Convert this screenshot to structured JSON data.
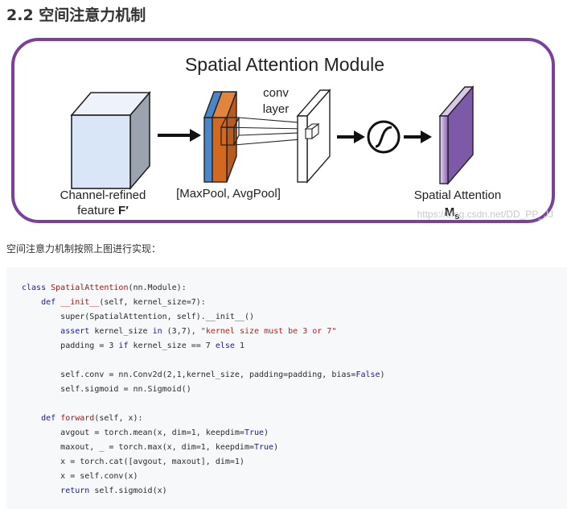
{
  "heading": "2.2 空间注意力机制",
  "figure": {
    "title": "Spatial Attention Module",
    "conv_label": [
      "conv",
      "layer"
    ],
    "input_label": [
      "Channel-refined",
      "feature "
    ],
    "input_symbol": "F′",
    "pool_label": "[MaxPool, AvgPool]",
    "output_label": "Spatial Attention",
    "output_symbol": "M",
    "output_subscript": "s",
    "watermark": "https://blog.csdn.net/DD_PP_JJ",
    "colors": {
      "border": "#7b3fa0",
      "maxpool": "#4a86c8",
      "avgpool": "#d2691e",
      "cube": "#d9e6f7"
    }
  },
  "intro": "空间注意力机制按照上图进行实现：",
  "code": {
    "l1": {
      "kw": "class",
      "name": "SpatialAttention",
      "rest": "(nn.Module):"
    },
    "l2": {
      "indent": "    ",
      "kw": "def",
      "name": "__init__",
      "rest": "(self, kernel_size=7):"
    },
    "l3": {
      "indent": "        ",
      "text": "super(SpatialAttention, self).__init__()"
    },
    "l4": {
      "indent": "        ",
      "kw": "assert",
      "a": " kernel_size ",
      "kw2": "in",
      "b": " (3,7), ",
      "str": "\"kernel size must be 3 or 7\""
    },
    "l5": {
      "indent": "        ",
      "a": "padding = 3 ",
      "kw": "if",
      "b": " kernel_size == 7 ",
      "kw2": "else",
      "c": " 1"
    },
    "l7": {
      "indent": "        ",
      "a": "self.conv = nn.Conv2d(2,1,kernel_size, padding=padding, bias=",
      "val": "False",
      "c": ")"
    },
    "l8": {
      "indent": "        ",
      "text": "self.sigmoid = nn.Sigmoid()"
    },
    "l10": {
      "indent": "    ",
      "kw": "def",
      "name": "forward",
      "rest": "(self, x):"
    },
    "l11": {
      "indent": "        ",
      "a": "avgout = torch.mean(x, dim=1, keepdim=",
      "val": "True",
      "c": ")"
    },
    "l12": {
      "indent": "        ",
      "a": "maxout, _ = torch.max(x, dim=1, keepdim=",
      "val": "True",
      "c": ")"
    },
    "l13": {
      "indent": "        ",
      "text": "x = torch.cat([avgout, maxout], dim=1)"
    },
    "l14": {
      "indent": "        ",
      "text": "x = self.conv(x)"
    },
    "l15": {
      "indent": "        ",
      "kw": "return",
      "rest": " self.sigmoid(x)"
    }
  }
}
